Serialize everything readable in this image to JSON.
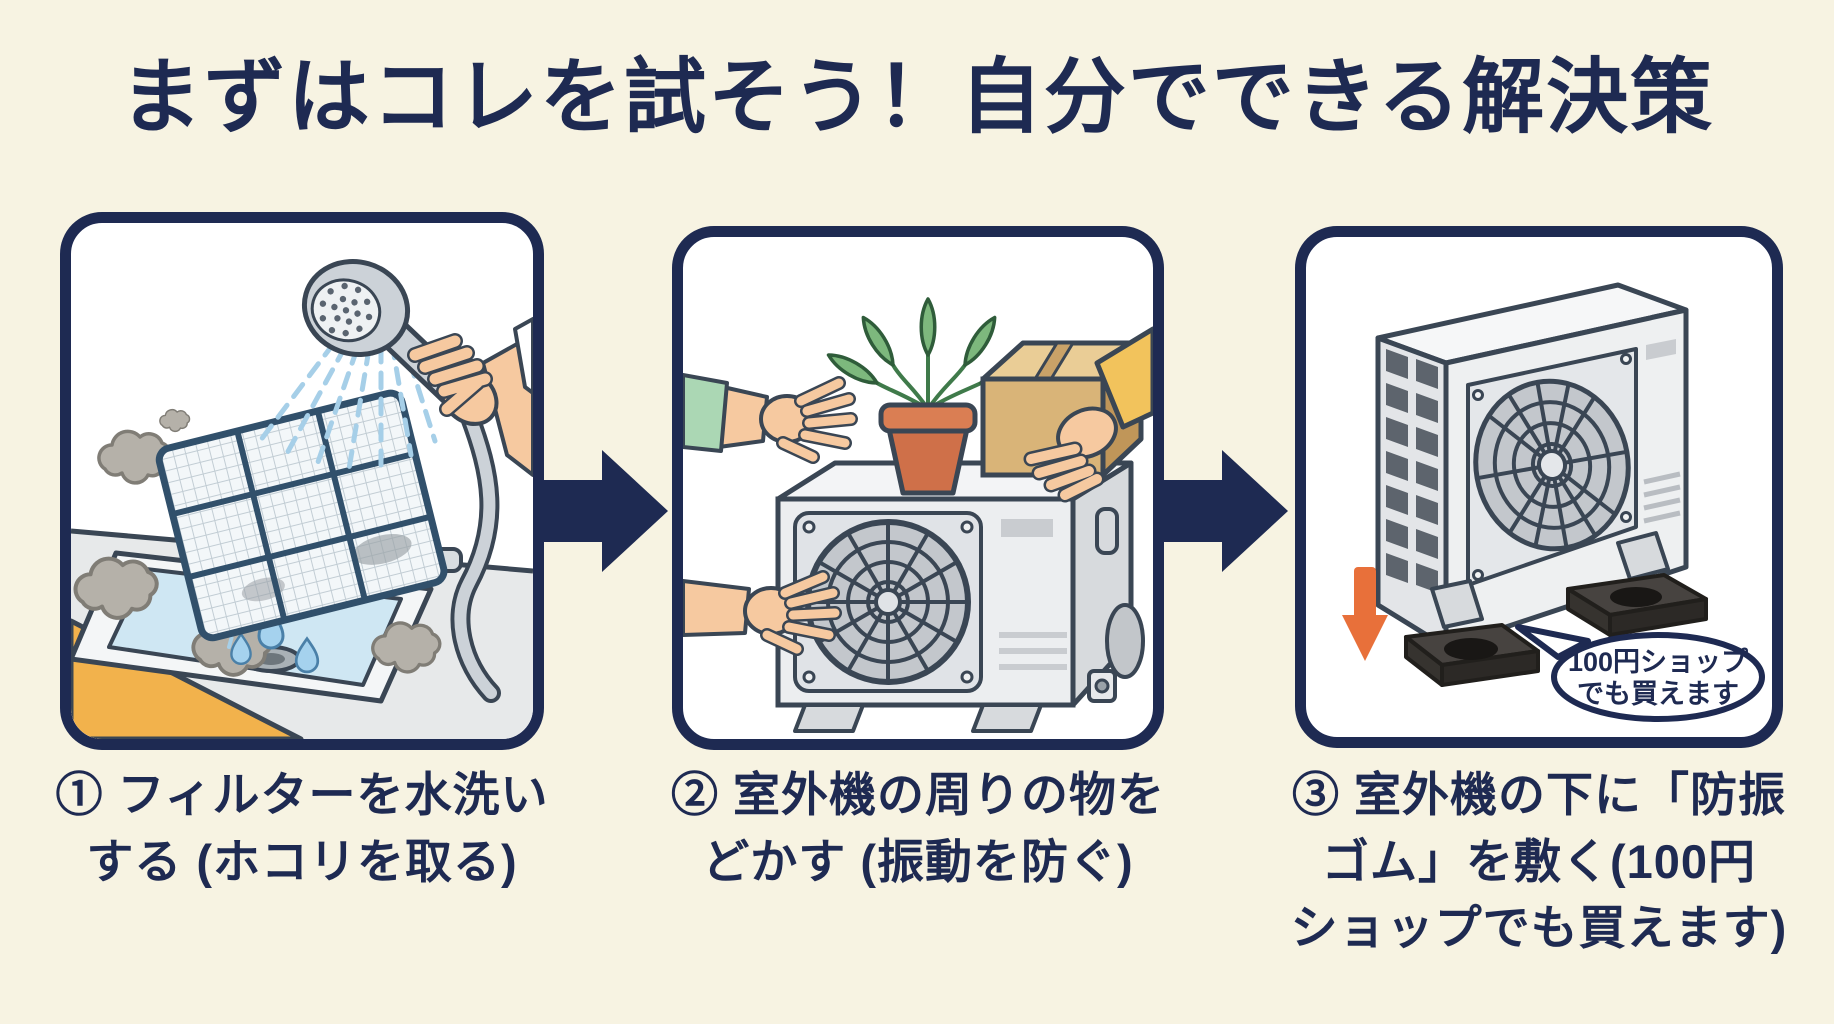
{
  "title": "まずはコレを試そう！自分でできる解決策",
  "colors": {
    "background": "#f7f3e2",
    "ink_navy": "#1e2a52",
    "panel_background": "#ffffff",
    "accent_orange": "#e8703a",
    "counter_orange": "#f2b24c",
    "water_blue": "#a6cfe8",
    "skin": "#f6c9a0",
    "rubber_pad_dark": "#474340"
  },
  "steps": [
    {
      "illustration": "filter-washed-with-shower-over-sink",
      "caption_lines": [
        "① フィルターを水洗い",
        "する (ホコリを取る)"
      ]
    },
    {
      "illustration": "hands-moving-plant-and-box-off-outdoor-unit",
      "caption_lines": [
        "② 室外機の周りの物を",
        "どかす (振動を防ぐ)"
      ]
    },
    {
      "illustration": "outdoor-unit-on-anti-vibration-rubber-pads",
      "caption_lines": [
        "③ 室外機の下に「防振",
        "ゴム」を敷く(100円",
        "ショップでも買えます)"
      ],
      "speech_bubble_lines": [
        "100円ショップ",
        "でも買えます"
      ]
    }
  ]
}
